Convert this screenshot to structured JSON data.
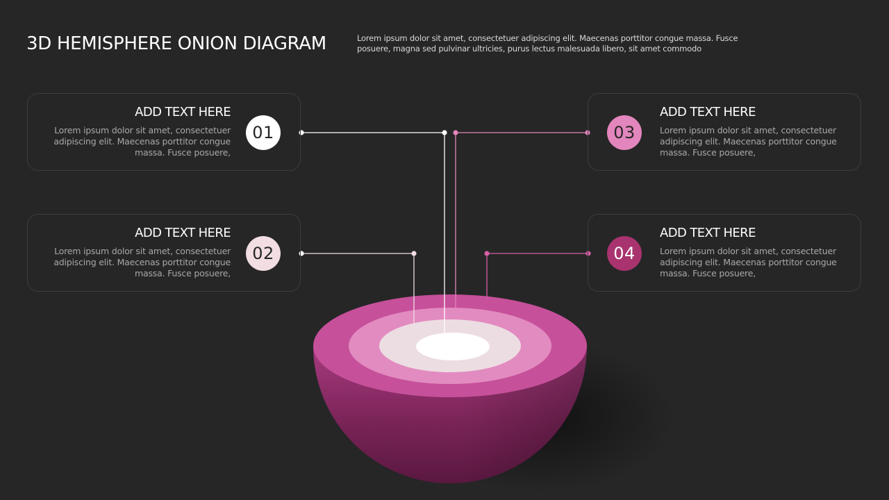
{
  "title": "3D HEMISPHERE ONION DIAGRAM",
  "subtitle": "Lorem ipsum dolor sit amet, consectetuer adipiscing elit. Maecenas porttitor congue massa. Fusce posuere, magna sed pulvinar ultricies, purus lectus malesuada libero, sit amet commodo",
  "items": [
    {
      "number": "01",
      "heading": "ADD TEXT HERE",
      "text": "Lorem ipsum dolor sit amet, consectetuer adipiscing elit. Maecenas porttitor congue massa. Fusce posuere,",
      "color": "#ffffff",
      "number_color": "#262626"
    },
    {
      "number": "02",
      "heading": "ADD TEXT HERE",
      "text": "Lorem ipsum dolor sit amet, consectetuer adipiscing elit. Maecenas porttitor congue massa. Fusce posuere,",
      "color": "#f1dde2",
      "number_color": "#262626"
    },
    {
      "number": "03",
      "heading": "ADD TEXT HERE",
      "text": "Lorem ipsum dolor sit amet, consectetuer adipiscing elit. Maecenas porttitor congue massa. Fusce posuere,",
      "color": "#e386bd",
      "number_color": "#262626"
    },
    {
      "number": "04",
      "heading": "ADD TEXT HERE",
      "text": "Lorem ipsum dolor sit amet, consectetuer adipiscing elit. Maecenas porttitor congue massa. Fusce posuere,",
      "color": "#a8336f",
      "number_color": "#ffffff"
    }
  ],
  "colors": {
    "background": "#262626",
    "outer_layer": "#c6509a",
    "layer_2": "#e28bc0",
    "layer_3": "#ecdde2",
    "core": "#ffffff",
    "bowl_top": "#a83b7f",
    "bowl_bottom": "#5c1a42"
  }
}
